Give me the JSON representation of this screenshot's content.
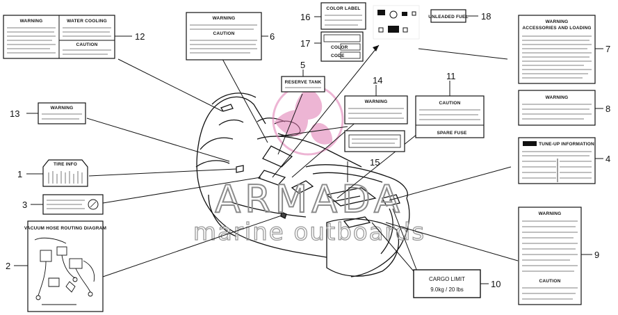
{
  "watermark": {
    "brand": "ARMADA",
    "tagline": "marine outboards",
    "color": "#8c8c8c",
    "logo_color": "#e07ab2"
  },
  "callouts": [
    "1",
    "2",
    "3",
    "4",
    "5",
    "6",
    "7",
    "8",
    "9",
    "10",
    "11",
    "12",
    "13",
    "14",
    "15",
    "16",
    "17",
    "18"
  ],
  "labels": {
    "warning": "WARNING",
    "caution": "CAUTION",
    "water_cooling": "WATER COOLING",
    "reserve_tank": "RESERVE TANK",
    "color_label": "COLOR LABEL",
    "color": "COLOR",
    "code": "CODE",
    "spare_fuse": "SPARE FUSE",
    "unleaded_fuel": "UNLEADED FUEL",
    "cargo_limit": "CARGO LIMIT",
    "cargo_value": "9.0kg / 20 lbs",
    "emission_tune": "TUNE-UP INFORMATION",
    "vacuum_routing": "VACUUM HOSE ROUTING DIAGRAM",
    "tire_info": "TIRE INFO",
    "accessories": "ACCESSORIES AND LOADING"
  }
}
